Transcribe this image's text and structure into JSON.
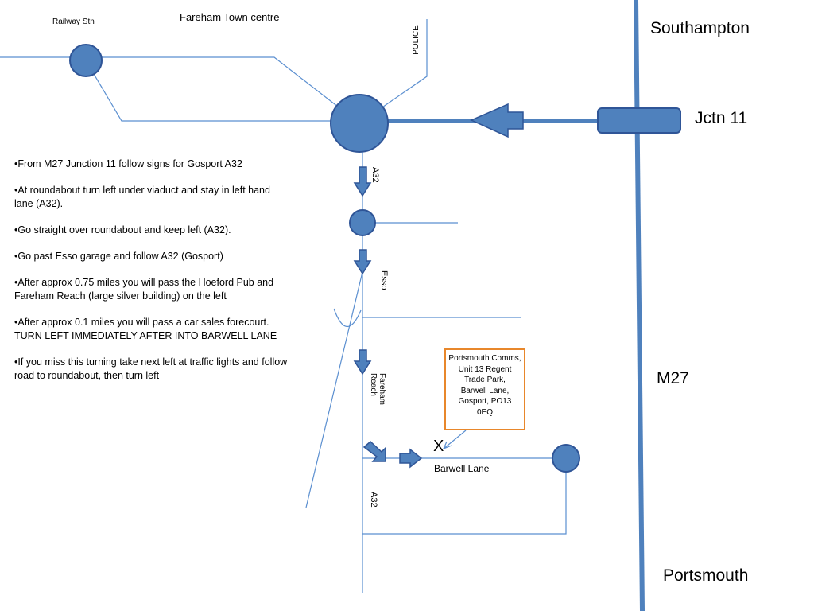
{
  "places": {
    "railway_stn": "Railway Stn",
    "town_centre": "Fareham Town centre",
    "police": "POLICE",
    "southampton": "Southampton",
    "jctn11": "Jctn 11",
    "m27": "M27",
    "portsmouth": "Portsmouth",
    "barwell_lane": "Barwell Lane",
    "destination_marker": "X"
  },
  "road_labels": {
    "a32_top": "A32",
    "esso": "Esso",
    "fareham_reach": "Fareham Reach",
    "a32_bottom": "A32"
  },
  "directions": [
    "•From M27 Junction 11 follow signs for Gosport A32",
    "•At roundabout turn left under viaduct and stay in left hand lane (A32).",
    "•Go straight over roundabout and keep left (A32).",
    "•Go past Esso garage and follow A32 (Gosport)",
    "•After approx 0.75 miles you will pass the Hoeford Pub and Fareham Reach (large silver building) on the left",
    "•After approx 0.1 miles you will pass a car sales forecourt. TURN LEFT IMMEDIATELY AFTER INTO BARWELL LANE",
    "•If you miss this turning take next left at traffic lights and follow road to roundabout, then turn left"
  ],
  "address": {
    "lines": [
      "Portsmouth Comms,",
      "Unit 13 Regent",
      "Trade Park,",
      "Barwell Lane,",
      "Gosport, PO13",
      "0EQ"
    ]
  },
  "colors": {
    "road_line": "#5b8fd0",
    "feature_fill": "#4f81bd",
    "feature_stroke": "#2f5597",
    "callout_border": "#e8872b"
  }
}
